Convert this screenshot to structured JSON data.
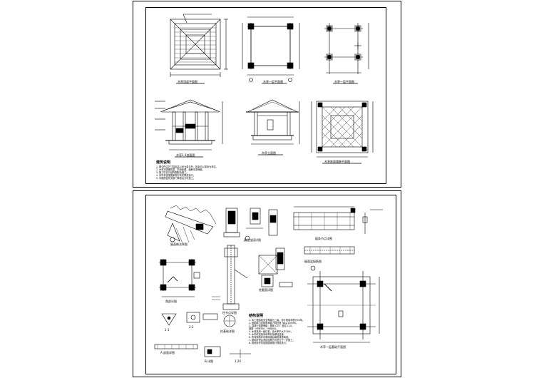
{
  "sheet1": {
    "captions": {
      "roof_plan": "木亭顶部平面图",
      "column_plan": "木亭一层平面图",
      "foundation_plan": "木亭一层平面图",
      "section": "木亭1-1剖面图",
      "elevation": "木亭立面图",
      "paving": "木亭底面铺装平面图"
    },
    "notes_title": "建筑说明",
    "notes": [
      "1. 图中所注尺寸除标高以米为单位外，其余均以毫米为单位。",
      "2. 木材均需做防腐、防虫处理，面刷清漆两道。",
      "3. 施工时应与结构图配合施工。",
      "4. 未尽事宜按国家现行有关规范执行。",
      "5. 本图须经有关部门审查后方可施工。"
    ]
  },
  "sheet2": {
    "captions": {
      "roof_detail": "屋面做法详图",
      "beam_detail": "梁柱连接详图",
      "column_section": "柱截面详图",
      "column_joint": "柱节点详图",
      "base_detail": "柱基础详图",
      "beam_elev": "屋面梁配筋图",
      "purlin": "檩条节点详图",
      "corner": "角部详图",
      "node_a": "1-1",
      "node_b": "2-2",
      "foundation_plan": "木亭一层基础平面图",
      "detail_a": "A 剖面详图",
      "detail_b": "B 详图",
      "detail_c": "1:20"
    },
    "notes_title": "结构说明",
    "notes": [
      "1. 本工程结构安全等级为二级，设计使用年限为50年。",
      "2. 基础持力层地基承载力特征值 fak≥120kPa。",
      "3. 混凝土强度等级：基础 C25，垫层 C15。",
      "   钢筋：HPB300，HRB400。",
      "4. 木材选用一级红松，含水率不大于18%。",
      "5. 木构件连接采用榫卯及螺栓连接。",
      "6. 所有钢构件均需除锈后刷防锈漆两道。",
      "7. 基础开挖后须经验槽方可进行下一步施工。",
      "8. 其他未尽事宜按国家现行规范执行。"
    ]
  }
}
